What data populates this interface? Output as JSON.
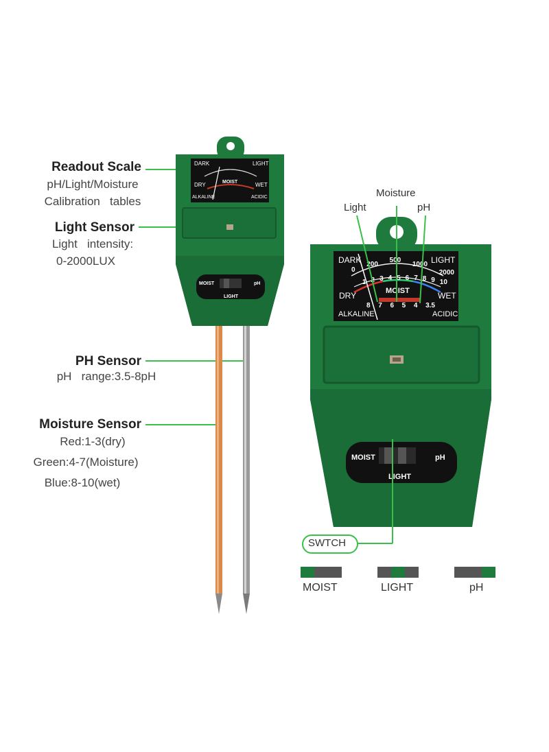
{
  "labels": {
    "readout": {
      "title": "Readout Scale",
      "line1": "pH/Light/Moisture",
      "line2": "Calibration   tables"
    },
    "light": {
      "title": "Light Sensor",
      "line1": "Light   intensity:",
      "line2": "0-2000LUX"
    },
    "ph": {
      "title": "PH Sensor",
      "line1": "pH   range:3.5-8pH"
    },
    "moisture": {
      "title": "Moisture Sensor",
      "line1": "Red:1-3(dry)",
      "line2": "Green:4-7(Moisture)",
      "line3": "Blue:8-10(wet)"
    }
  },
  "callouts": {
    "light": "Light",
    "moisture": "Moisture",
    "ph": "pH",
    "switch": "SWTCH"
  },
  "meter": {
    "dark": "DARK",
    "light": "LIGHT",
    "dry": "DRY",
    "wet": "WET",
    "alkaline": "ALKALINE",
    "acidic": "ACIDIC",
    "moist": "MOIST",
    "lux_ticks": [
      "0",
      "200",
      "500",
      "1000",
      "2000"
    ],
    "moist_ticks": [
      "1",
      "2",
      "3",
      "4",
      "5",
      "6",
      "7",
      "8",
      "9",
      "10"
    ],
    "ph_ticks": [
      "8",
      "7",
      "6",
      "5",
      "4",
      "3.5"
    ]
  },
  "switch_panel": {
    "left": "MOIST",
    "right": "pH",
    "bottom": "LIGHT"
  },
  "legend": [
    {
      "label": "MOIST",
      "active": 0
    },
    {
      "label": "LIGHT",
      "active": 1
    },
    {
      "label": "pH",
      "active": 2
    }
  ],
  "colors": {
    "body": "#1f7a3d",
    "body_dark": "#14582b",
    "accent": "#39c04a",
    "copper": "#d98a4a",
    "steel": "#9a9a9a"
  }
}
